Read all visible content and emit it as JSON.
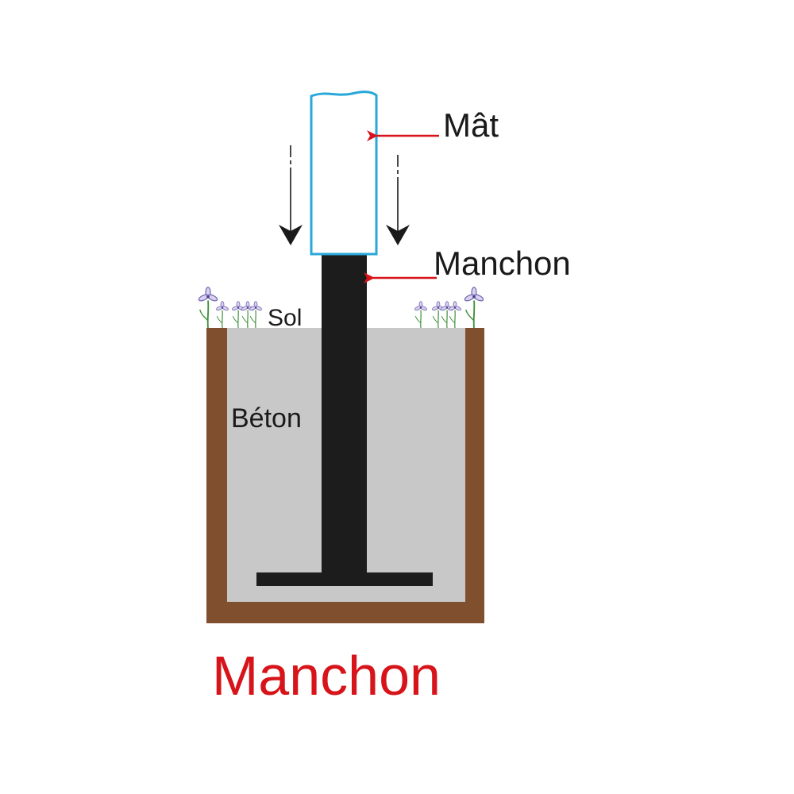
{
  "diagram": {
    "title": "Manchon",
    "labels": {
      "mast": "Mât",
      "sleeve": "Manchon",
      "ground": "Sol",
      "concrete": "Béton"
    },
    "colors": {
      "title": "#d7141a",
      "pointer_arrows": "#d7141a",
      "mast_outline": "#29a8d8",
      "sleeve": "#1c1c1c",
      "concrete": "#c8c8c8",
      "soil": "#7f4f2e",
      "motion_arrows": "#1a1a1a",
      "flowers": "#8a7fc0",
      "stems": "#3f8f3a"
    },
    "icons": [
      "down-arrow-icon",
      "pointer-arrow-icon",
      "flower-icon"
    ]
  }
}
